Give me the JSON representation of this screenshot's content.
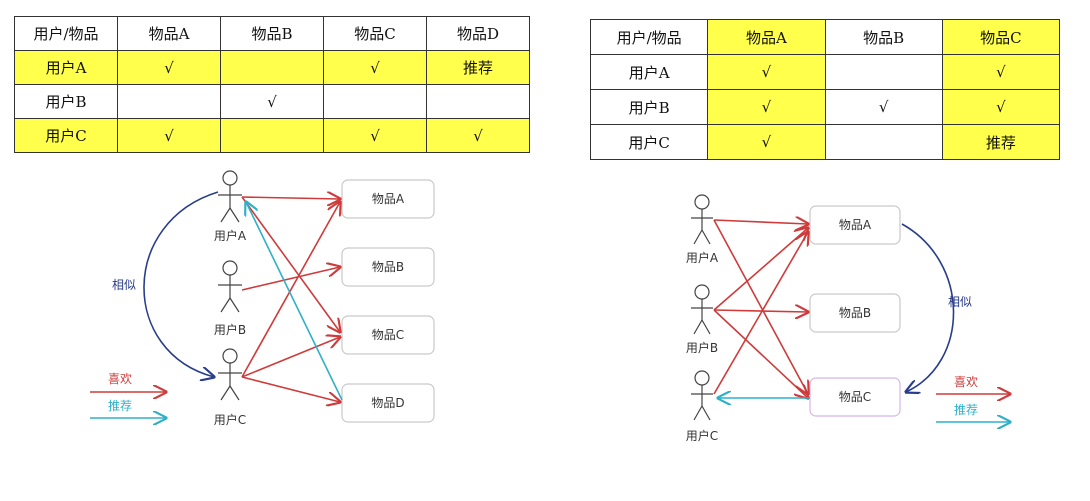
{
  "colors": {
    "highlight": "#ffff4c",
    "like_arrow": "#cf3b3b",
    "recommend_arrow": "#2fb0c8",
    "similar_arc": "#2a3d8a",
    "border": "#333333"
  },
  "left_table": {
    "header": [
      "用户/物品",
      "物品A",
      "物品B",
      "物品C",
      "物品D"
    ],
    "rows": [
      {
        "cells": [
          "用户A",
          "√",
          "",
          "√",
          "推荐"
        ],
        "highlight": true
      },
      {
        "cells": [
          "用户B",
          "",
          "√",
          "",
          ""
        ],
        "highlight": false
      },
      {
        "cells": [
          "用户C",
          "√",
          "",
          "√",
          "√"
        ],
        "highlight": true
      }
    ]
  },
  "right_table": {
    "header": [
      "用户/物品",
      "物品A",
      "物品B",
      "物品C"
    ],
    "highlight_columns": [
      1,
      3
    ],
    "rows": [
      {
        "cells": [
          "用户A",
          "√",
          "",
          "√"
        ]
      },
      {
        "cells": [
          "用户B",
          "√",
          "√",
          "√"
        ]
      },
      {
        "cells": [
          "用户C",
          "√",
          "",
          "推荐"
        ]
      }
    ]
  },
  "left_diagram": {
    "users": [
      "用户A",
      "用户B",
      "用户C"
    ],
    "items": [
      "物品A",
      "物品B",
      "物品C",
      "物品D"
    ],
    "similar_label": "相似",
    "legend": {
      "like": "喜欢",
      "recommend": "推荐"
    }
  },
  "right_diagram": {
    "users": [
      "用户A",
      "用户B",
      "用户C"
    ],
    "items": [
      "物品A",
      "物品B",
      "物品C"
    ],
    "similar_label": "相似",
    "legend": {
      "like": "喜欢",
      "recommend": "推荐"
    }
  }
}
